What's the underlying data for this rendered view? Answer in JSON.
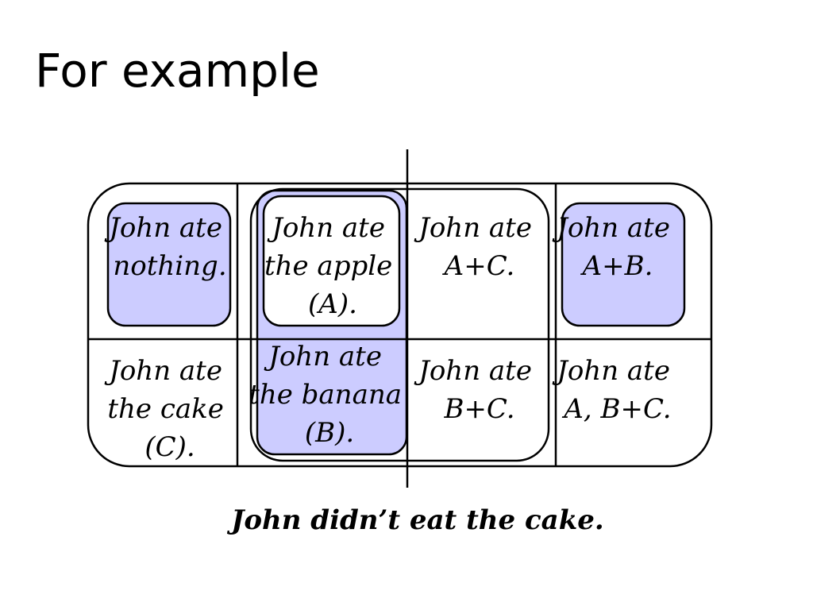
{
  "slide": {
    "title": "For example"
  },
  "colors": {
    "highlight_fill": "#ccccff",
    "stroke": "#000000",
    "background": "#ffffff"
  },
  "cells": {
    "r1c1": [
      "John ate",
      "nothing."
    ],
    "r1c2": [
      "John ate",
      "the apple",
      "(A)."
    ],
    "r1c3": [
      "John ate",
      "A+C."
    ],
    "r1c4": [
      "John ate",
      "A+B."
    ],
    "r2c1": [
      "John ate",
      "the cake",
      "(C)."
    ],
    "r2c2": [
      "John ate",
      "the banana",
      "(B)."
    ],
    "r2c3": [
      "John ate",
      "B+C."
    ],
    "r2c4": [
      "John ate",
      "A, B+C."
    ]
  },
  "caption": "John didn’t eat the cake."
}
